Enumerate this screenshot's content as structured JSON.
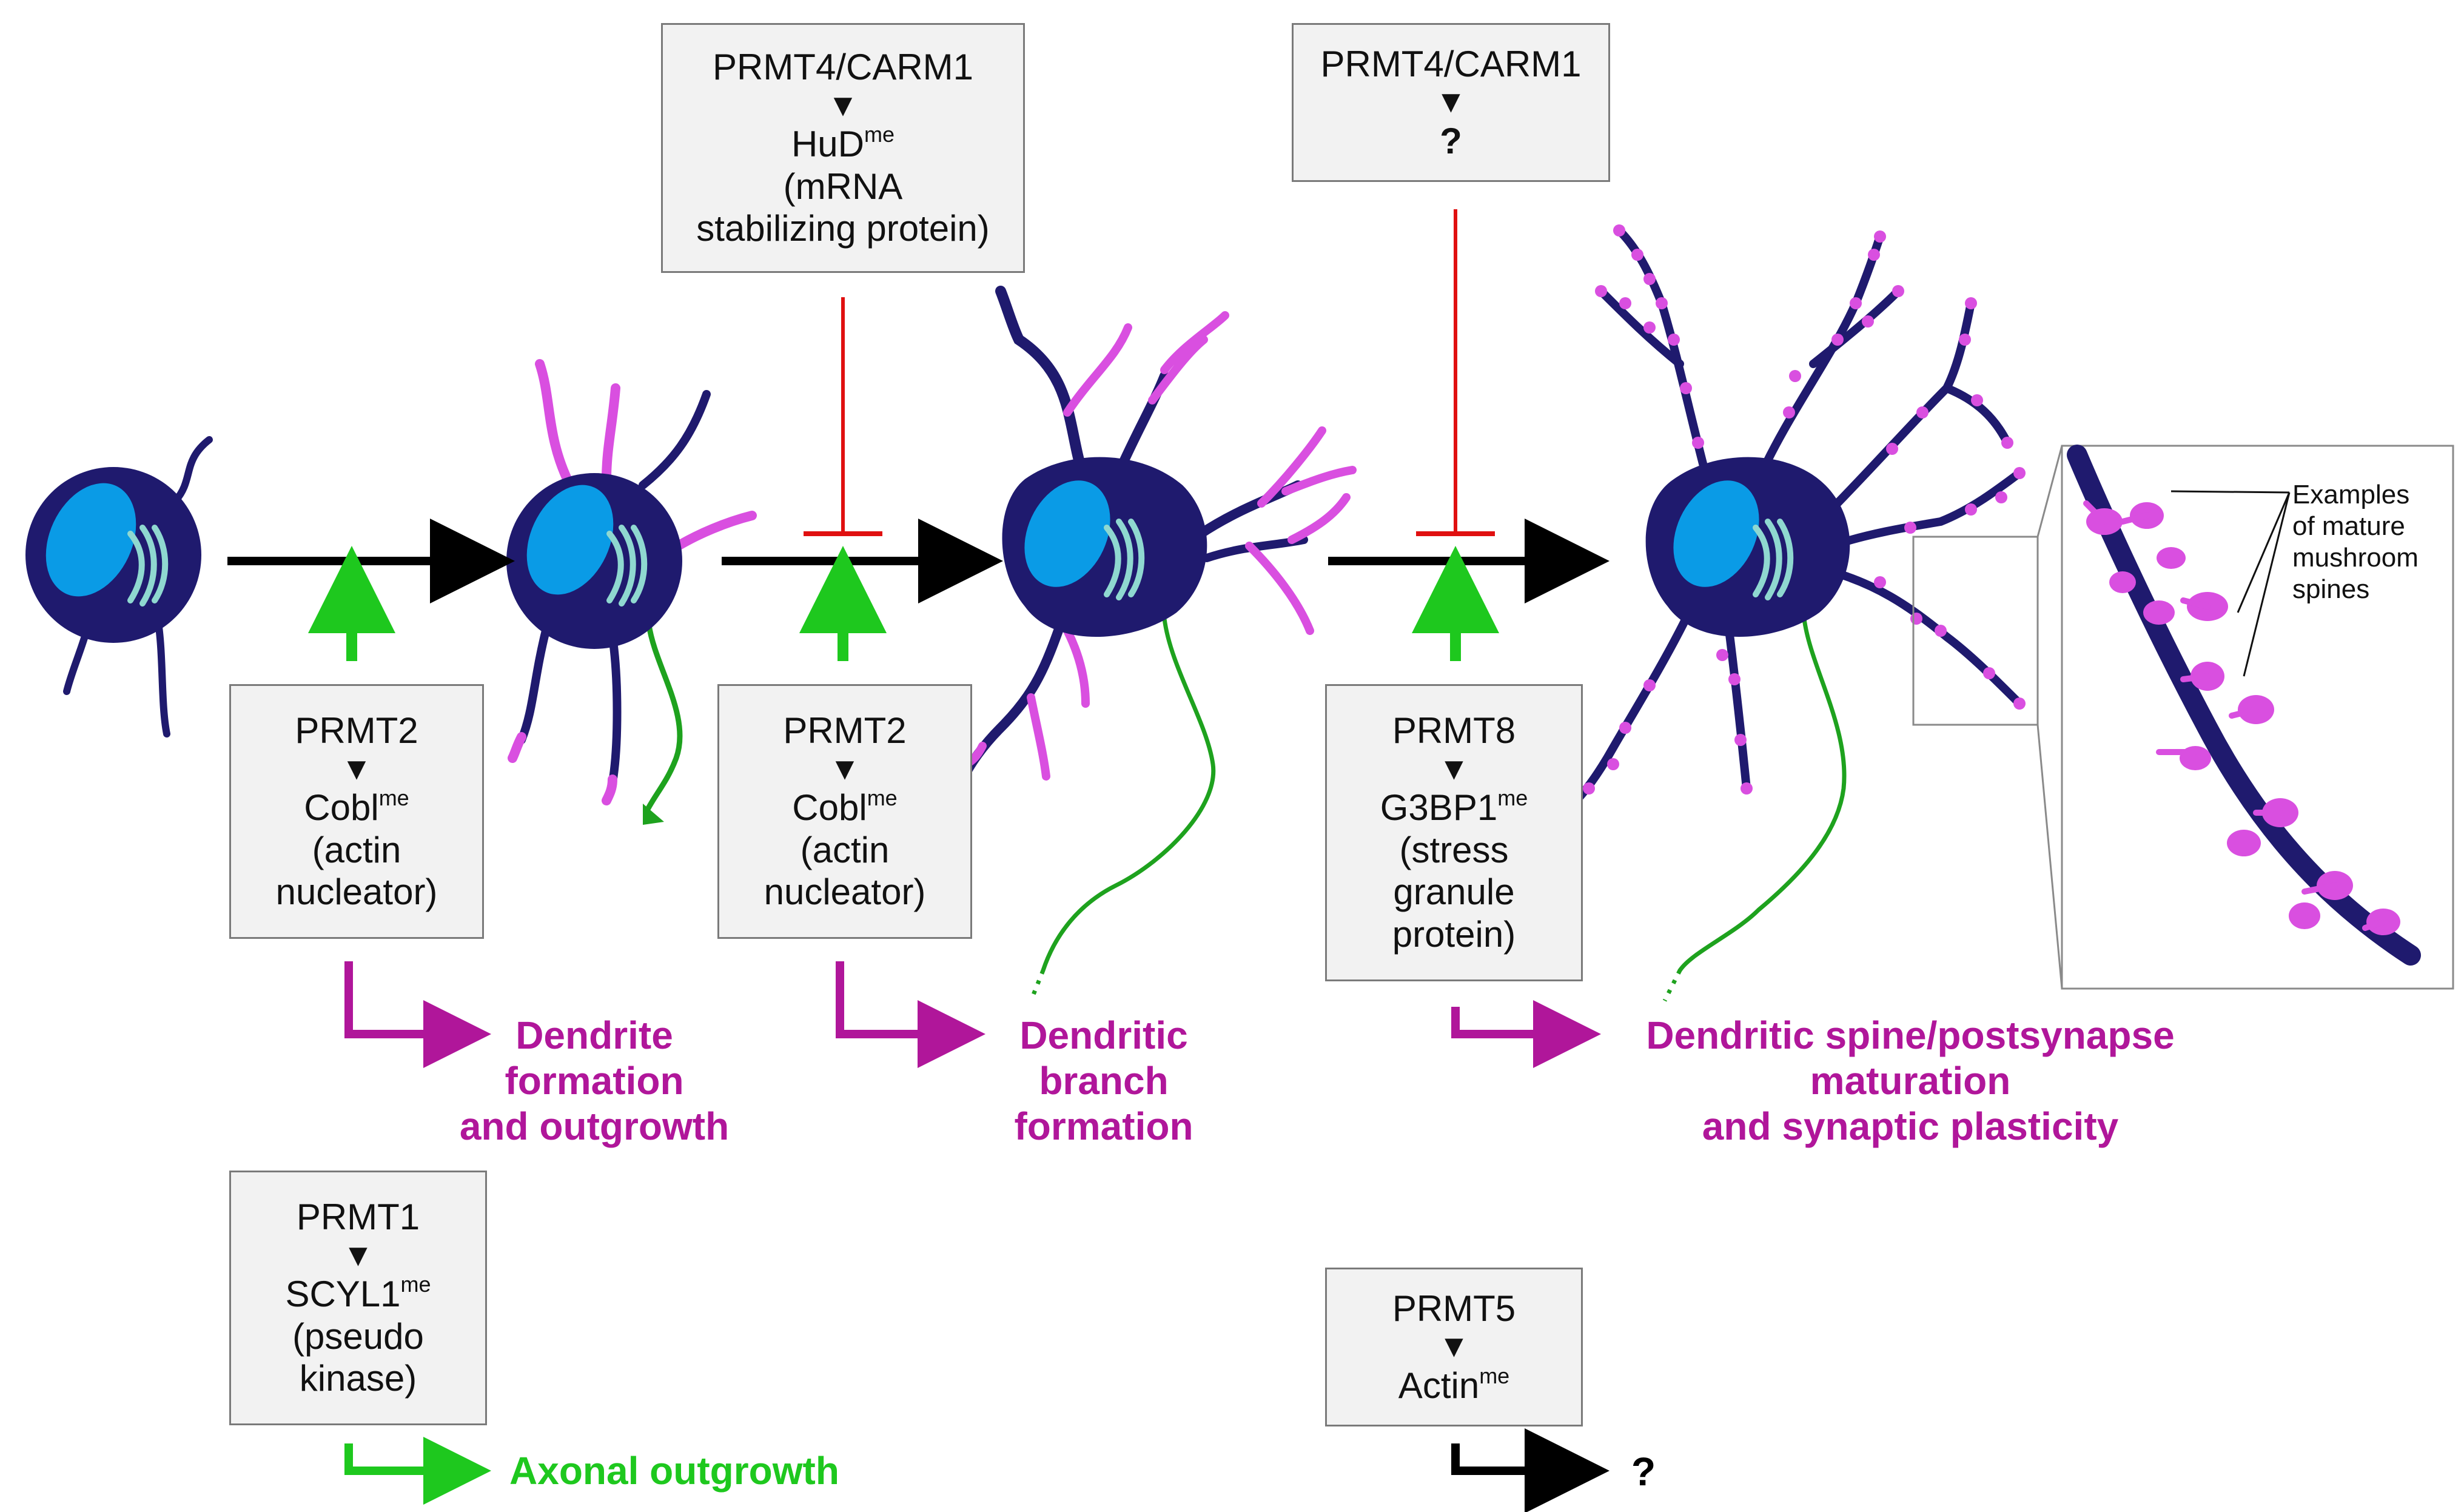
{
  "boxes": {
    "prmt4_top_left": {
      "enzyme": "PRMT4/CARM1",
      "substrate": "HuD",
      "me": "me",
      "desc1": "(mRNA",
      "desc2": "stabilizing protein)"
    },
    "prmt4_top_right": {
      "enzyme": "PRMT4/CARM1",
      "substrate": "?"
    },
    "prmt2_a": {
      "enzyme": "PRMT2",
      "substrate": "Cobl",
      "me": "me",
      "desc1": "(actin",
      "desc2": "nucleator)"
    },
    "prmt2_b": {
      "enzyme": "PRMT2",
      "substrate": "Cobl",
      "me": "me",
      "desc1": "(actin",
      "desc2": "nucleator)"
    },
    "prmt8": {
      "enzyme": "PRMT8",
      "substrate": "G3BP1",
      "me": "me",
      "desc1": "(stress",
      "desc2": "granule",
      "desc3": "protein)"
    },
    "prmt1": {
      "enzyme": "PRMT1",
      "substrate": "SCYL1",
      "me": "me",
      "desc1": "(pseudo",
      "desc2": "kinase)"
    },
    "prmt5": {
      "enzyme": "PRMT5",
      "substrate": "Actin",
      "me": "me"
    }
  },
  "arrow_glyph": "▼",
  "outcomes": {
    "dendrite_formation": [
      "Dendrite",
      "formation",
      "and outgrowth"
    ],
    "branch_formation": [
      "Dendritic",
      "branch",
      "formation"
    ],
    "spine_maturation": [
      "Dendritic spine/postsynapse",
      "maturation",
      "and synaptic plasticity"
    ],
    "axonal_outgrowth": "Axonal outgrowth",
    "unknown": "?"
  },
  "callout": [
    "Examples",
    "of mature",
    "mushroom",
    "spines"
  ],
  "colors": {
    "soma": "#1f1a6e",
    "nucleus": "#0a9be6",
    "golgi": "#8fd8d0",
    "magenta_process": "#d94fe0",
    "magenta_text": "#b0169a",
    "axon_green": "#1ea21e",
    "activation_green": "#1ec81e",
    "inhibition_red": "#e01010",
    "box_fill": "#f2f2f2",
    "box_border": "#7a7a7a"
  }
}
